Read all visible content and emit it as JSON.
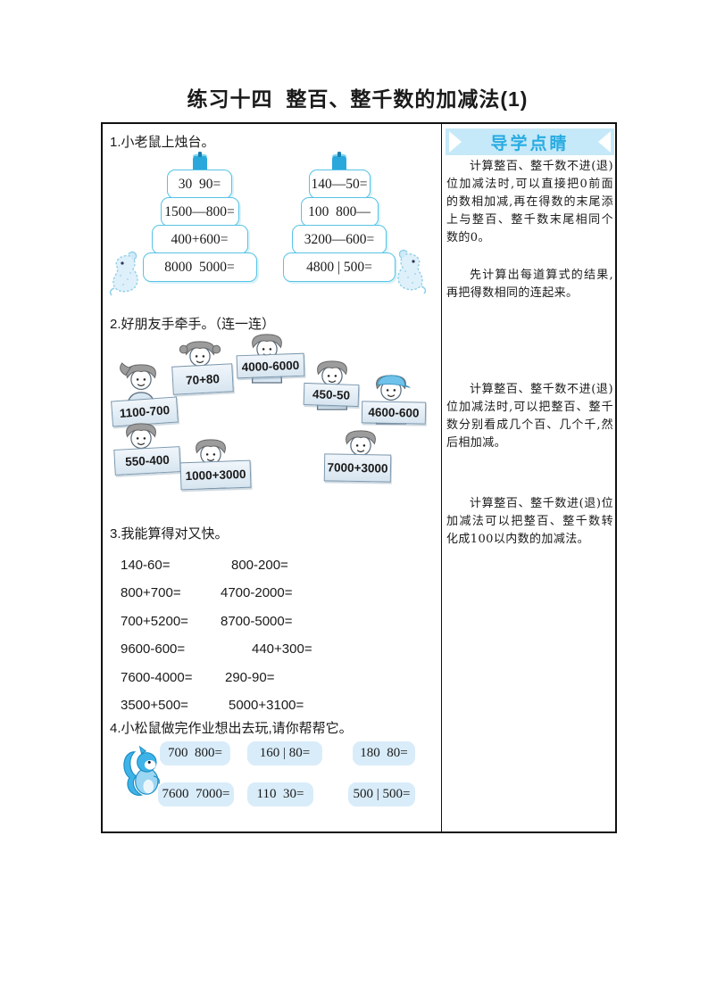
{
  "page": {
    "title": "练习十四  整百、整千数的加减法(1)"
  },
  "sections": {
    "one": {
      "heading": "1.小老鼠上烛台。",
      "left_pyramid": [
        "30  90=",
        "1500—800=",
        "400+600=",
        "8000  5000="
      ],
      "right_pyramid": [
        "140—50=",
        "100  800—",
        "3200—600=",
        "4800 | 500="
      ]
    },
    "two": {
      "heading": "2.好朋友手牵手。（连一连）",
      "signs": [
        "70+80",
        "4000-6000",
        "450-50",
        "4600-600",
        "1100-700",
        "550-400",
        "1000+3000",
        "7000+3000"
      ]
    },
    "three": {
      "heading": "3.我能算得对又快。",
      "col1": [
        "140-60=",
        "800+700=",
        "700+5200=",
        "9600-600=",
        "7600-4000=",
        "3500+500="
      ],
      "col2": [
        "800-200=",
        "4700-2000=",
        "8700-5000=",
        "440+300=",
        "290-90=",
        "5000+3100="
      ]
    },
    "four": {
      "heading": "4.小松鼠做完作业想出去玩,请你帮帮它。",
      "cards": [
        "700  800=",
        "160 | 80=",
        "180  80=",
        "7600  7000=",
        "110  30=",
        "500 | 500="
      ]
    }
  },
  "sidebar": {
    "header": "导学点睛",
    "paragraphs": [
      "计算整百、整千数不进(退)位加减法时,可以直接把0前面的数相加减,再在得数的末尾添上与整百、整千数末尾相同个数的0。",
      "先计算出每道算式的结果,再把得数相同的连起来。",
      "计算整百、整千数不进(退)位加减法时,可以把整百、整千数分别看成几个百、几个千,然后相加减。",
      "计算整百、整千数进(退)位加减法可以把整百、整千数转化成100以内数的加减法。"
    ]
  },
  "icons": {
    "candle": "candle-icon",
    "mouse": "mouse-icon",
    "kid": "kid-figure",
    "squirrel": "squirrel-icon",
    "banner_left": "chevron-right-icon",
    "banner_right": "chevron-left-icon"
  },
  "colors": {
    "accent_blue": "#29abe2",
    "banner_bg": "#c5e9f8",
    "card_bg": "#d9ecf9",
    "pyramid_border": "#56c3e6",
    "sign_bg": "#e3eef7",
    "squirrel_blue": "#3db3e8",
    "text": "#1a1a1a"
  }
}
